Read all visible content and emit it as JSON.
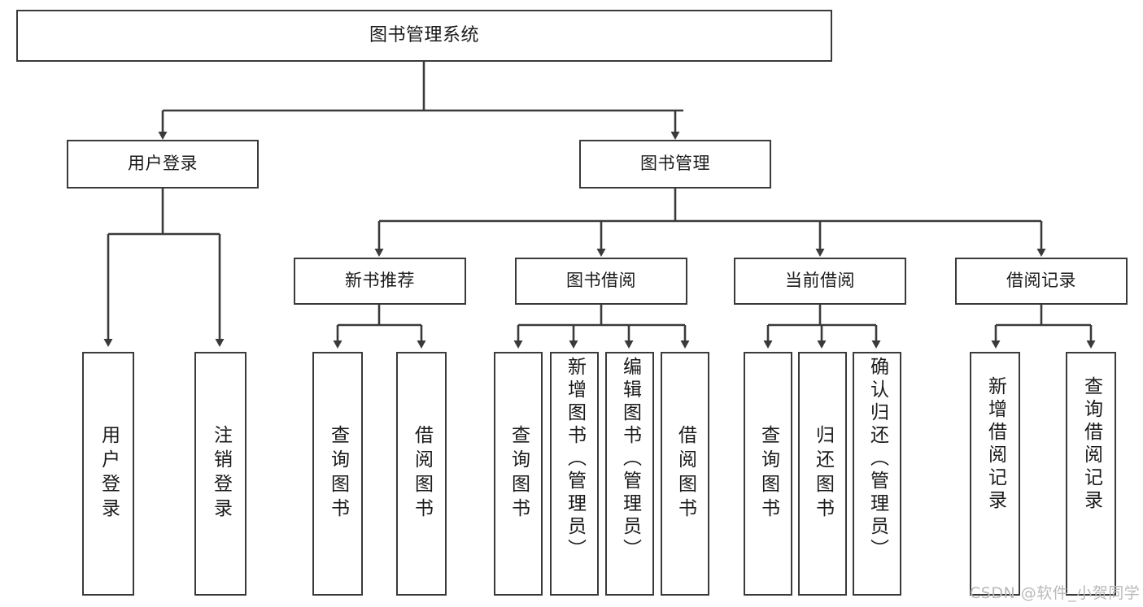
{
  "diagram": {
    "title": "图书管理系统",
    "type": "tree-hierarchy",
    "stroke_color": "#3a3a3a",
    "fill_color": "#ffffff",
    "text_color": "#1a1a1a"
  },
  "nodes": {
    "root": {
      "label": "图书管理系统"
    },
    "level1": [
      {
        "label": "用户登录"
      },
      {
        "label": "图书管理"
      }
    ],
    "level2": [
      {
        "label": "新书推荐"
      },
      {
        "label": "图书借阅"
      },
      {
        "label": "当前借阅"
      },
      {
        "label": "借阅记录"
      }
    ],
    "leaves": {
      "user_login": [
        {
          "label": "用户登录"
        },
        {
          "label": "注销登录"
        }
      ],
      "new_book": [
        {
          "label": "查询图书"
        },
        {
          "label": "借阅图书"
        }
      ],
      "book_borrow": [
        {
          "label": "查询图书"
        },
        {
          "label": "新增图书（管理员）"
        },
        {
          "label": "编辑图书（管理员）"
        },
        {
          "label": "借阅图书"
        }
      ],
      "current_borrow": [
        {
          "label": "查询图书"
        },
        {
          "label": "归还图书"
        },
        {
          "label": "确认归还（管理员）"
        }
      ],
      "borrow_record": [
        {
          "label": "新增借阅记录"
        },
        {
          "label": "查询借阅记录"
        }
      ]
    }
  },
  "watermark": {
    "text": "CSDN @软件_小贺同学"
  }
}
